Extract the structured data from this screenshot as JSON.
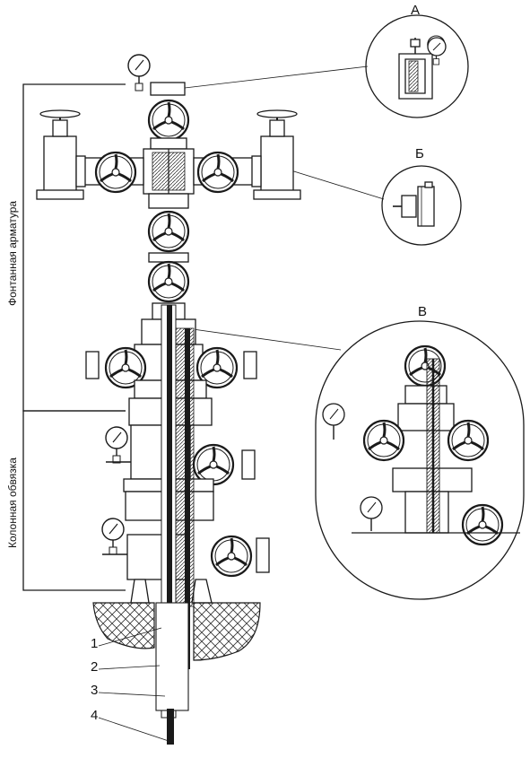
{
  "callouts": {
    "a": "А",
    "b": "Б",
    "v": "В"
  },
  "side_labels": {
    "upper": "Фонтанная арматура",
    "lower": "Колонная обвязка"
  },
  "numbers": [
    "1",
    "2",
    "3",
    "4"
  ],
  "components": {
    "handwheel": "valve-handwheel-icon",
    "gauge": "pressure-gauge-icon",
    "flange": "flange-block",
    "ground": "ground-hatch"
  }
}
